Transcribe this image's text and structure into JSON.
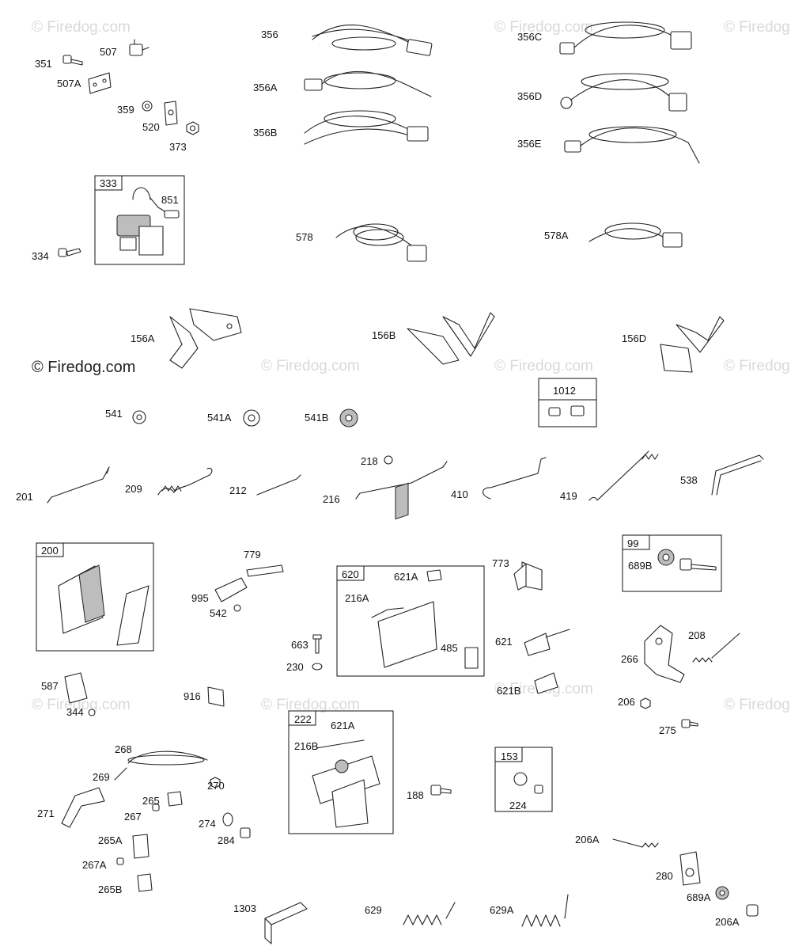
{
  "watermarks": {
    "repeated": "© Firedog.com",
    "main": "© Firedog.com"
  },
  "labels": {
    "p351": "351",
    "p507": "507",
    "p507A": "507A",
    "p359": "359",
    "p520": "520",
    "p373": "373",
    "p356": "356",
    "p356A": "356A",
    "p356B": "356B",
    "p356C": "356C",
    "p356D": "356D",
    "p356E": "356E",
    "p333": "333",
    "p851": "851",
    "p334": "334",
    "p578": "578",
    "p578A": "578A",
    "p156A": "156A",
    "p156B": "156B",
    "p156D": "156D",
    "p1012": "1012",
    "p541": "541",
    "p541A": "541A",
    "p541B": "541B",
    "p218": "218",
    "p201": "201",
    "p209": "209",
    "p212": "212",
    "p216": "216",
    "p410": "410",
    "p419": "419",
    "p538": "538",
    "p200": "200",
    "p779": "779",
    "p995": "995",
    "p542": "542",
    "p620": "620",
    "p621A_1": "621A",
    "p216A": "216A",
    "p485": "485",
    "p663": "663",
    "p230": "230",
    "p773": "773",
    "p99": "99",
    "p689B": "689B",
    "p621": "621",
    "p621B": "621B",
    "p266": "266",
    "p208": "208",
    "p206": "206",
    "p275": "275",
    "p587": "587",
    "p344": "344",
    "p916": "916",
    "p222": "222",
    "p621A_2": "621A",
    "p216B": "216B",
    "p188": "188",
    "p153": "153",
    "p224": "224",
    "p268": "268",
    "p269": "269",
    "p270": "270",
    "p271": "271",
    "p265": "265",
    "p267": "267",
    "p274": "274",
    "p284": "284",
    "p265A": "265A",
    "p267A": "267A",
    "p265B": "265B",
    "p206A_1": "206A",
    "p280": "280",
    "p689A": "689A",
    "p206A_2": "206A",
    "p1303": "1303",
    "p629": "629",
    "p629A": "629A"
  }
}
